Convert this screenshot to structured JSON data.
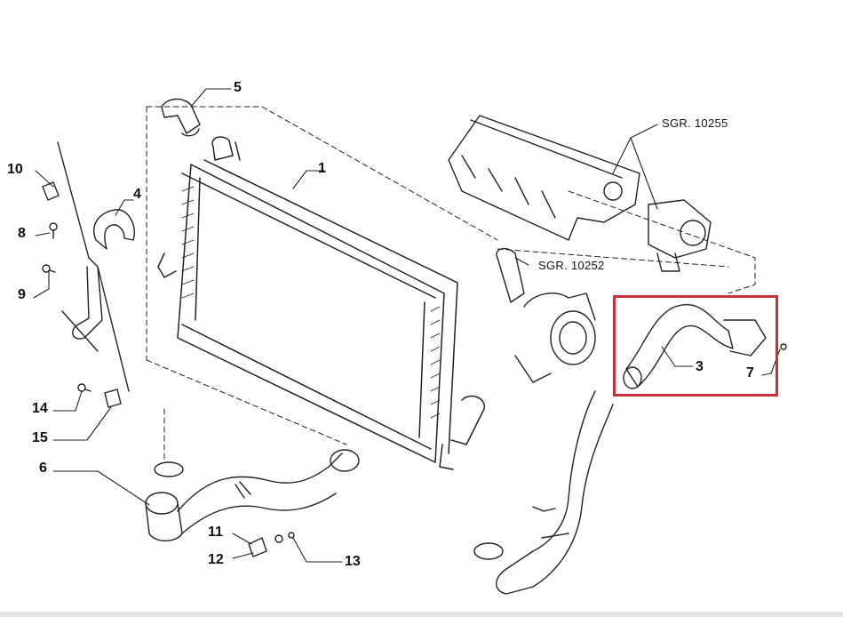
{
  "diagram": {
    "callouts": [
      {
        "id": "1",
        "label": "1"
      },
      {
        "id": "3",
        "label": "3"
      },
      {
        "id": "4",
        "label": "4"
      },
      {
        "id": "5",
        "label": "5"
      },
      {
        "id": "6",
        "label": "6"
      },
      {
        "id": "7",
        "label": "7"
      },
      {
        "id": "8",
        "label": "8"
      },
      {
        "id": "9",
        "label": "9"
      },
      {
        "id": "10",
        "label": "10"
      },
      {
        "id": "11",
        "label": "11"
      },
      {
        "id": "12",
        "label": "12"
      },
      {
        "id": "13",
        "label": "13"
      },
      {
        "id": "14",
        "label": "14"
      },
      {
        "id": "15",
        "label": "15"
      }
    ],
    "references": {
      "manifold": "SGR. 10255",
      "turbo": "SGR. 10252"
    },
    "colors": {
      "line": "#222222",
      "highlight": "#c8323a",
      "background": "#ffffff"
    }
  }
}
